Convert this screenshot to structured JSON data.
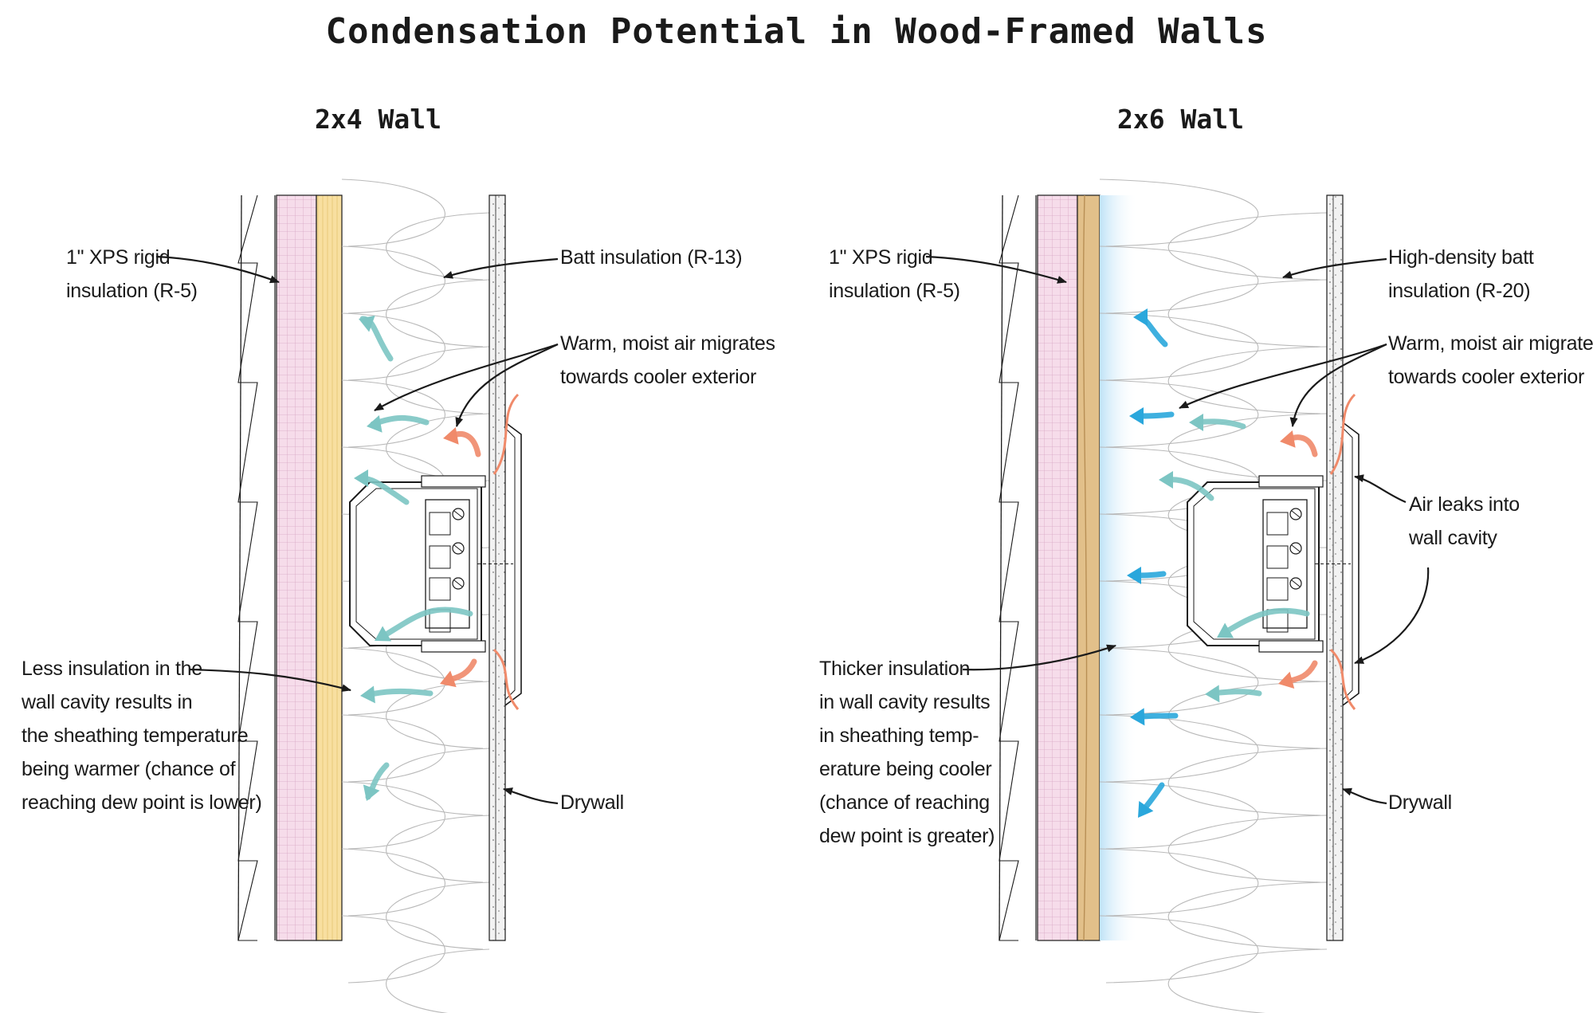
{
  "title": "Condensation Potential in Wood-Framed Walls",
  "panels": [
    {
      "heading": "2x4 Wall",
      "labels": {
        "rigid": "1\" XPS rigid\ninsulation (R-5)",
        "batt": "Batt insulation (R-13)",
        "warm_air": "Warm, moist air migrates\ntowards cooler exterior",
        "sheathing": "Less insulation in the\nwall cavity results in\nthe sheathing temperature\nbeing warmer (chance of\nreaching dew point is lower)",
        "drywall": "Drywall"
      }
    },
    {
      "heading": "2x6 Wall",
      "labels": {
        "rigid": "1\" XPS rigid\ninsulation (R-5)",
        "batt": "High-density batt\ninsulation (R-20)",
        "warm_air": "Warm, moist air migrates\ntowards cooler exterior",
        "air_leaks": "Air leaks into\nwall cavity",
        "sheathing": "Thicker insulation\nin wall cavity results\nin sheathing temp-\nerature being cooler\n(chance of reaching\ndew point is greater)",
        "drywall": "Drywall"
      }
    }
  ],
  "colors": {
    "rigid_insulation": "#f6dcea",
    "rigid_grid": "#d7a7c4",
    "sheathing_2x4": "#f8dfa0",
    "sheathing_2x6": "#e2c08a",
    "cold_zone": "#cfe9f8",
    "warm_arrow": "#f08a6a",
    "cool_arrow_2x4": "#7cc5c3",
    "cold_arrow_2x6": "#2aa7dc",
    "line": "#1a1a1a"
  },
  "icons": [
    "leader-arrow",
    "moist-air-arrow",
    "electrical-box"
  ]
}
